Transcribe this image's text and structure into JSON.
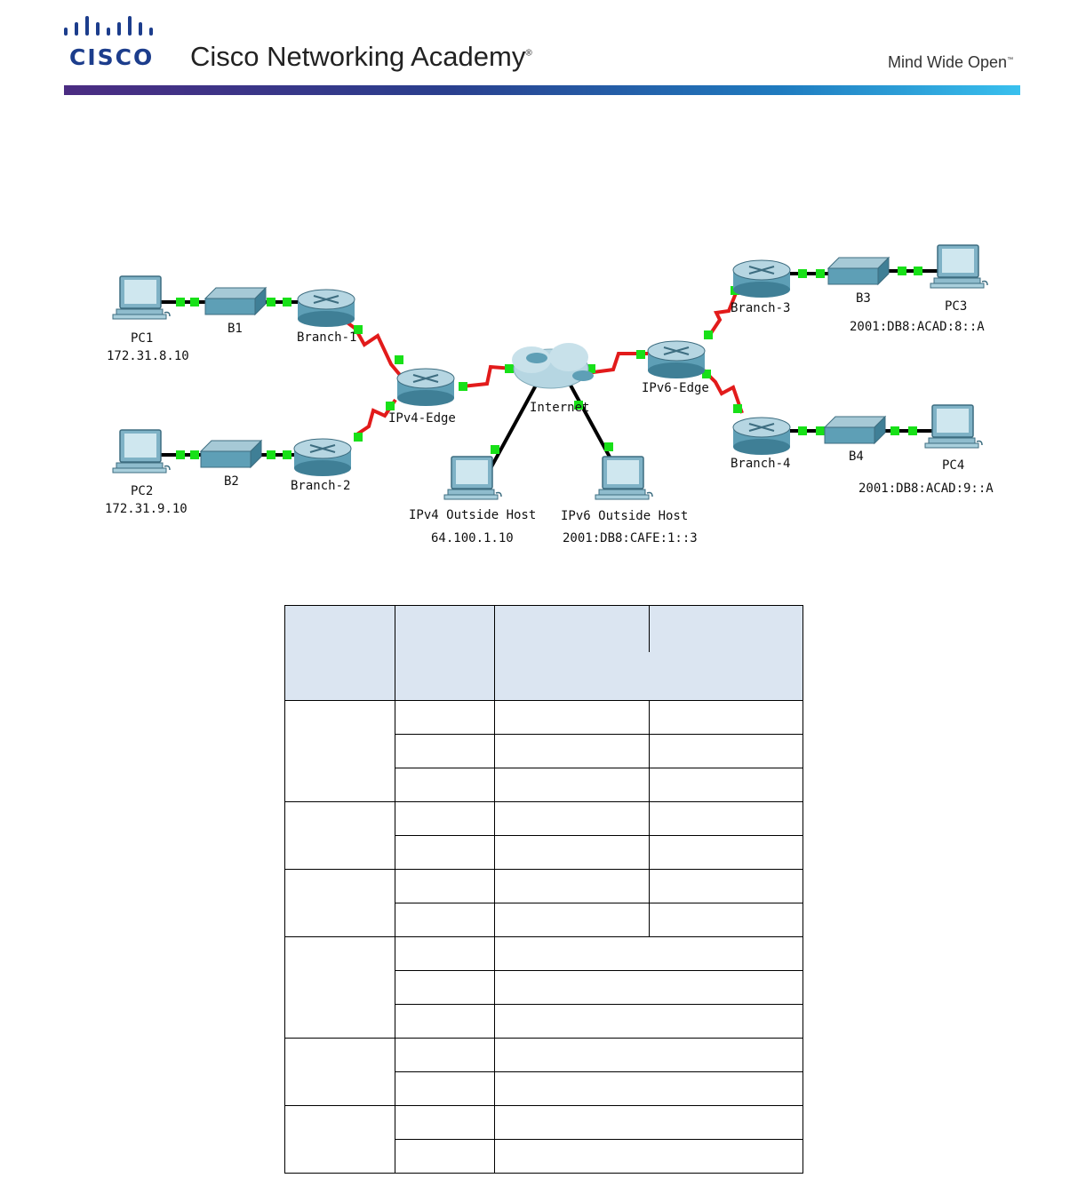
{
  "header": {
    "brand": "CISCO",
    "title": "Cisco Networking Academy",
    "registered": "®",
    "tagline": "Mind Wide Open",
    "trademark": "™"
  },
  "topology": {
    "devices": {
      "pc1": {
        "name": "PC1",
        "addr": "172.31.8.10"
      },
      "pc2": {
        "name": "PC2",
        "addr": "172.31.9.10"
      },
      "b1": {
        "name": "B1"
      },
      "b2": {
        "name": "B2"
      },
      "b3": {
        "name": "B3"
      },
      "b4": {
        "name": "B4"
      },
      "branch1": {
        "name": "Branch-1"
      },
      "branch2": {
        "name": "Branch-2"
      },
      "branch3": {
        "name": "Branch-3"
      },
      "branch4": {
        "name": "Branch-4"
      },
      "ipv4_edge": {
        "name": "IPv4-Edge"
      },
      "ipv6_edge": {
        "name": "IPv6-Edge"
      },
      "internet": {
        "name": "Internet"
      },
      "ipv4_host": {
        "name": "IPv4 Outside Host",
        "addr": "64.100.1.10"
      },
      "ipv6_host": {
        "name": "IPv6 Outside Host",
        "addr": "2001:DB8:CAFE:1::3"
      },
      "pc3": {
        "name": "PC3",
        "addr": "2001:DB8:ACAD:8::A"
      },
      "pc4": {
        "name": "PC4",
        "addr": "2001:DB8:ACAD:9::A"
      }
    },
    "colors": {
      "serial": "#e21b1b",
      "ethernet": "#000000",
      "port": "#18e018",
      "device": "#5e9fb6"
    }
  },
  "addressing_table": {
    "header_fill": "#dbe5f1",
    "rows_with_four_cells": 7,
    "rows_with_three_cells": 7
  }
}
